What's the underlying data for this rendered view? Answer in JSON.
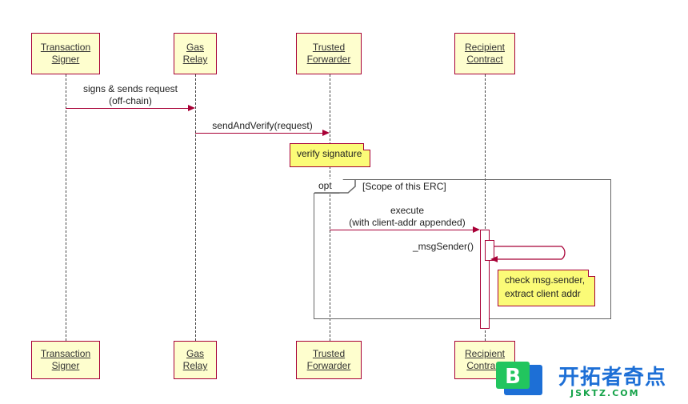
{
  "participants": [
    {
      "line1": "Transaction",
      "line2": "Signer"
    },
    {
      "line1": "Gas",
      "line2": "Relay"
    },
    {
      "line1": "Trusted",
      "line2": "Forwarder"
    },
    {
      "line1": "Recipient",
      "line2": "Contract"
    }
  ],
  "messages": {
    "m1_line1": "signs & sends request",
    "m1_line2": "(off-chain)",
    "m2": "sendAndVerify(request)",
    "m3_line1": "execute",
    "m3_line2": "(with client-addr appended)",
    "m4": "_msgSender()"
  },
  "notes": {
    "verify": "verify signature",
    "check_line1": "check msg.sender,",
    "check_line2": "extract client addr"
  },
  "fragment": {
    "operator": "opt",
    "guard": "[Scope of this ERC]"
  },
  "watermark": {
    "brand": "开拓者奇点",
    "url": "JSKTZ.COM",
    "logo_letter": "B"
  },
  "colors": {
    "participant_fill": "#fefece",
    "note_fill": "#fbfb77",
    "border": "#a80036"
  }
}
